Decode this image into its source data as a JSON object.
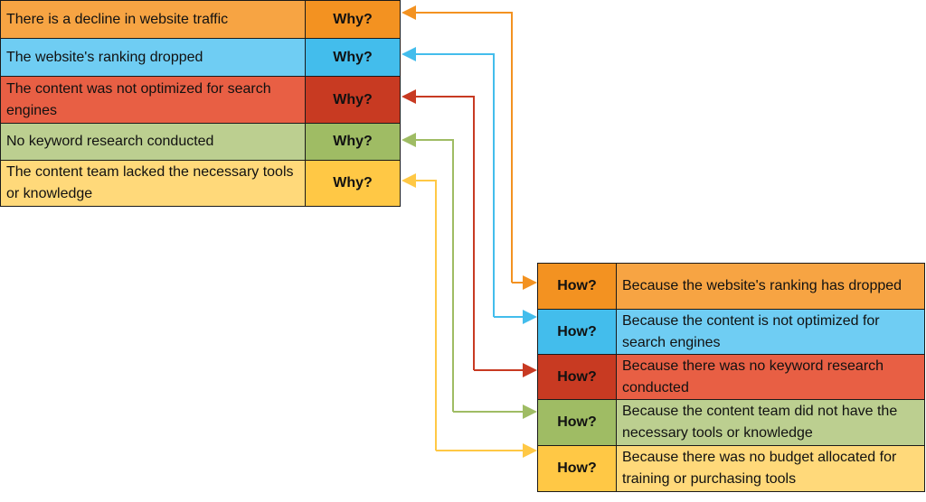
{
  "why_rows": [
    {
      "text": "There is a decline in website traffic",
      "label": "Why?",
      "text_bg": "#f7a443",
      "label_bg": "#f39221"
    },
    {
      "text": "The website's ranking dropped",
      "label": "Why?",
      "text_bg": "#6fcdf3",
      "label_bg": "#43bdec"
    },
    {
      "text": "The content was not optimized for search engines",
      "label": "Why?",
      "text_bg": "#e85f44",
      "label_bg": "#c83a22"
    },
    {
      "text": "No keyword research conducted",
      "label": "Why?",
      "text_bg": "#bccf90",
      "label_bg": "#9fbc64"
    },
    {
      "text": "The content team lacked the necessary tools or knowledge",
      "label": "Why?",
      "text_bg": "#ffd97a",
      "label_bg": "#ffc845"
    }
  ],
  "how_rows": [
    {
      "label": "How?",
      "text": "Because the website's ranking has dropped",
      "text_bg": "#f7a443",
      "label_bg": "#f39221"
    },
    {
      "label": "How?",
      "text": "Because the content is not optimized for search engines",
      "text_bg": "#6fcdf3",
      "label_bg": "#43bdec"
    },
    {
      "label": "How?",
      "text": "Because there was no keyword research conducted",
      "text_bg": "#e85f44",
      "label_bg": "#c83a22"
    },
    {
      "label": "How?",
      "text": "Because the content team did not have the necessary tools or knowledge",
      "text_bg": "#bccf90",
      "label_bg": "#9fbc64"
    },
    {
      "label": "How?",
      "text": "Because there was no budget allocated for training or purchasing tools",
      "text_bg": "#ffd97a",
      "label_bg": "#ffc845"
    }
  ],
  "connector_colors": [
    "#f39221",
    "#43bdec",
    "#c83a22",
    "#9fbc64",
    "#ffc845"
  ]
}
